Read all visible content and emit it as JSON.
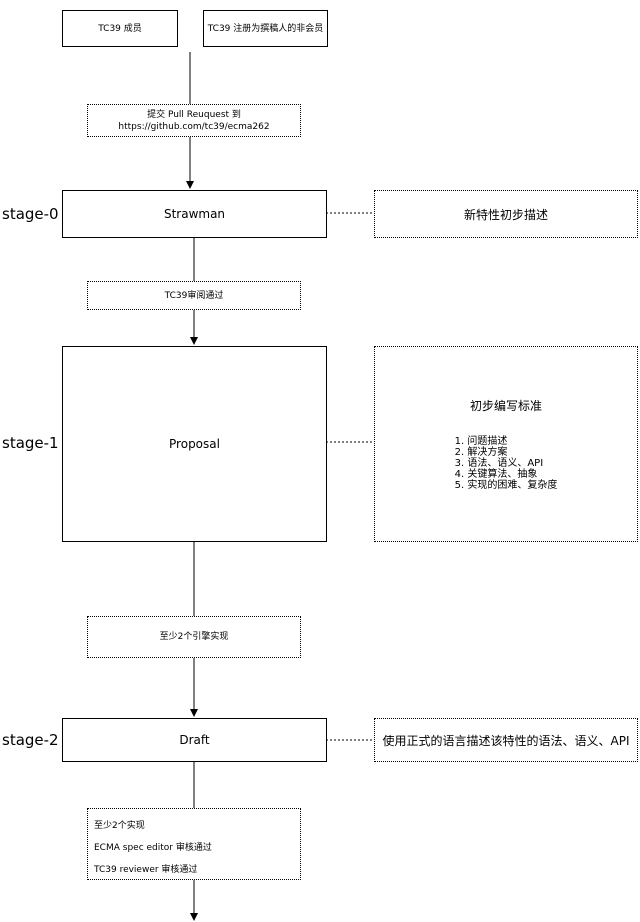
{
  "top_boxes": {
    "members": "TC39 成员",
    "non_members": "TC39 注册为撰稿人的非会员"
  },
  "transitions": {
    "submit_line1": "提交 Pull Reuquest 到",
    "submit_line2": "https://github.com/tc39/ecma262",
    "tc39_review": "TC39审阅通过",
    "two_engines": "至少2个引擎实现"
  },
  "stages": [
    {
      "label": "stage-0",
      "name": "Strawman",
      "note": "新特性初步描述"
    },
    {
      "label": "stage-1",
      "name": "Proposal",
      "note_title": "初步编写标准",
      "note_items": [
        "1. 问题描述",
        "2. 解决方案",
        "3. 语法、语义、API",
        "4. 关键算法、抽象",
        "5. 实现的困难、复杂度"
      ]
    },
    {
      "label": "stage-2",
      "name": "Draft",
      "note": "使用正式的语言描述该特性的语法、语义、API"
    }
  ],
  "requirements": [
    "至少2个实现",
    "ECMA spec editor 审核通过",
    "TC39 reviewer 审核通过"
  ]
}
